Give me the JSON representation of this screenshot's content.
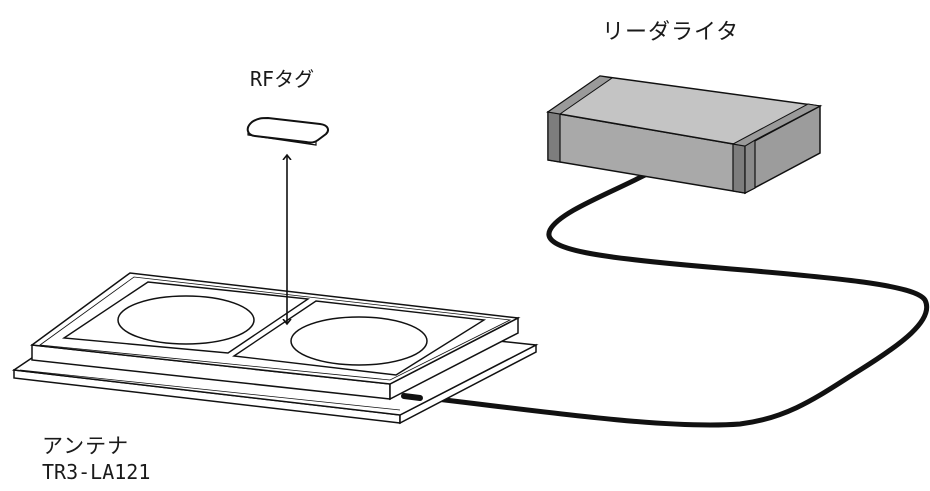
{
  "labels": {
    "reader_writer": "リーダライタ",
    "rf_tag": "RFタグ",
    "antenna_name": "アンテナ",
    "antenna_model": "TR3-LA121"
  },
  "colors": {
    "line": "#111111",
    "reader_body": "#a9a9a9",
    "reader_top": "#c4c4c4",
    "reader_cap": "#7d7d7d",
    "fill": "#ffffff"
  }
}
